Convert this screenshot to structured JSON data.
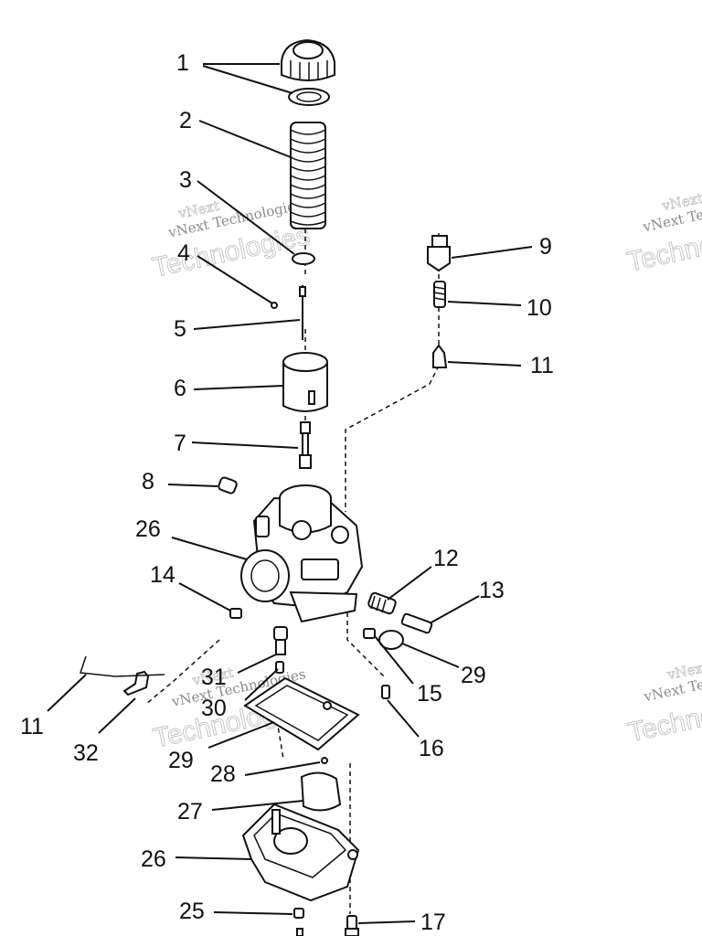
{
  "diagram": {
    "callouts": [
      {
        "id": "c1",
        "text": "1"
      },
      {
        "id": "c2",
        "text": "2"
      },
      {
        "id": "c3",
        "text": "3"
      },
      {
        "id": "c4",
        "text": "4"
      },
      {
        "id": "c5",
        "text": "5"
      },
      {
        "id": "c6",
        "text": "6"
      },
      {
        "id": "c7",
        "text": "7"
      },
      {
        "id": "c8",
        "text": "8"
      },
      {
        "id": "c9",
        "text": "9"
      },
      {
        "id": "c10",
        "text": "10"
      },
      {
        "id": "c11a",
        "text": "11"
      },
      {
        "id": "c12",
        "text": "12"
      },
      {
        "id": "c13",
        "text": "13"
      },
      {
        "id": "c14",
        "text": "14"
      },
      {
        "id": "c26a",
        "text": "26"
      },
      {
        "id": "c29a",
        "text": "29"
      },
      {
        "id": "c15",
        "text": "15"
      },
      {
        "id": "c31",
        "text": "31"
      },
      {
        "id": "c30",
        "text": "30"
      },
      {
        "id": "c11b",
        "text": "11"
      },
      {
        "id": "c32",
        "text": "32"
      },
      {
        "id": "c29b",
        "text": "29"
      },
      {
        "id": "c16",
        "text": "16"
      },
      {
        "id": "c28",
        "text": "28"
      },
      {
        "id": "c27",
        "text": "27"
      },
      {
        "id": "c26b",
        "text": "26"
      },
      {
        "id": "c25",
        "text": "25"
      },
      {
        "id": "c17",
        "text": "17"
      }
    ]
  },
  "watermarks": {
    "line_small": "vNext Technologies",
    "line_large": "Technologies",
    "brand": "vNext"
  }
}
